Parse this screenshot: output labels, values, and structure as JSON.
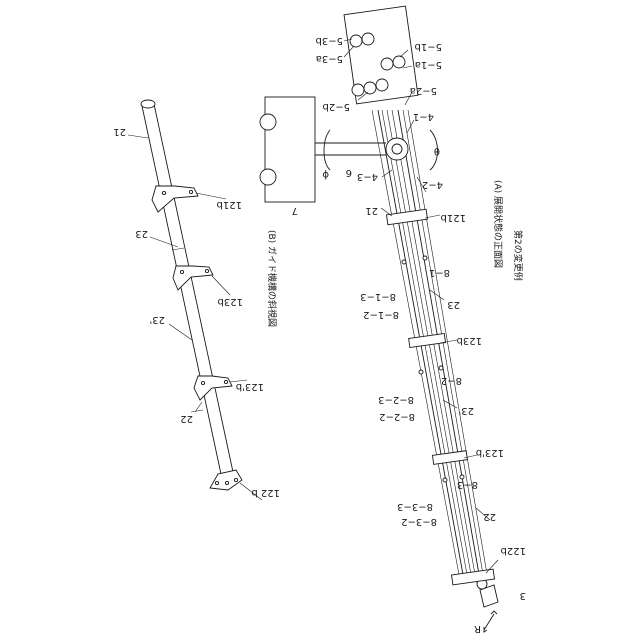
{
  "figure": {
    "example_title": "第2の変更例",
    "caption_a": "(A) 展開状態の正面図",
    "caption_b": "(B) ガイド機構の斜視図"
  },
  "labels_a": {
    "l3": "3",
    "lR": "R",
    "l122b": "122b",
    "l22": "22",
    "l8_3_2": "8−3−2",
    "l8_3_3": "8−3−3",
    "l8_3": "8−3",
    "l123pb": "123'b",
    "l23p": "23'",
    "l8_2_2": "8−2−2",
    "l8_2_3": "8−2−3",
    "l8_2": "8−2",
    "l123b": "123b",
    "l23": "23",
    "l8_1_2": "8−1−2",
    "l8_1_3": "8−1−3",
    "l8_1": "8−1",
    "l121b": "121b",
    "l21": "21",
    "l4_2": "4−2",
    "l4_3": "4−3",
    "ltheta": "θ",
    "l6": "6",
    "lphi": "ϕ",
    "l7": "7",
    "l4_1": "4−1",
    "l5_2a": "5−2a",
    "l5_2b": "5−2b",
    "l5_1a": "5−1a",
    "l5_1b": "5−1b",
    "l5_3a": "5−3a",
    "l5_3b": "5−3b"
  },
  "labels_b": {
    "l122b": "122 b",
    "l22": "22",
    "l123pb": "123'b",
    "l23p": "23'",
    "l123b": "123b",
    "l23": "23",
    "l121b": "121b",
    "l21": "21"
  }
}
